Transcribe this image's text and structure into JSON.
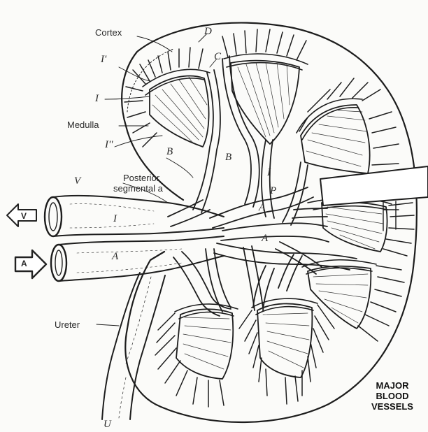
{
  "labels": {
    "cortex": "Cortex",
    "medulla": "Medulla",
    "posterior_1": "Posterior",
    "posterior_2": "segmental a",
    "ureter": "Ureter"
  },
  "letters": {
    "i_prime": "I'",
    "i_one": "I",
    "i_double": "I''",
    "d": "D",
    "c": "C",
    "b1": "B",
    "b2": "B",
    "i_mid": "I",
    "p": "P",
    "a_mid": "A",
    "vein_i": "I",
    "artery_a": "A",
    "vein_tag": "V",
    "ureter_u": "U",
    "ap": "A",
    "arrow_v": "V",
    "arrow_a": "A"
  },
  "title": {
    "line1": "MAJOR",
    "line2": "BLOOD",
    "line3": "VESSELS"
  },
  "icons": [
    "vein-outflow-arrow-icon",
    "artery-inflow-arrow-icon",
    "retractor-icon"
  ]
}
